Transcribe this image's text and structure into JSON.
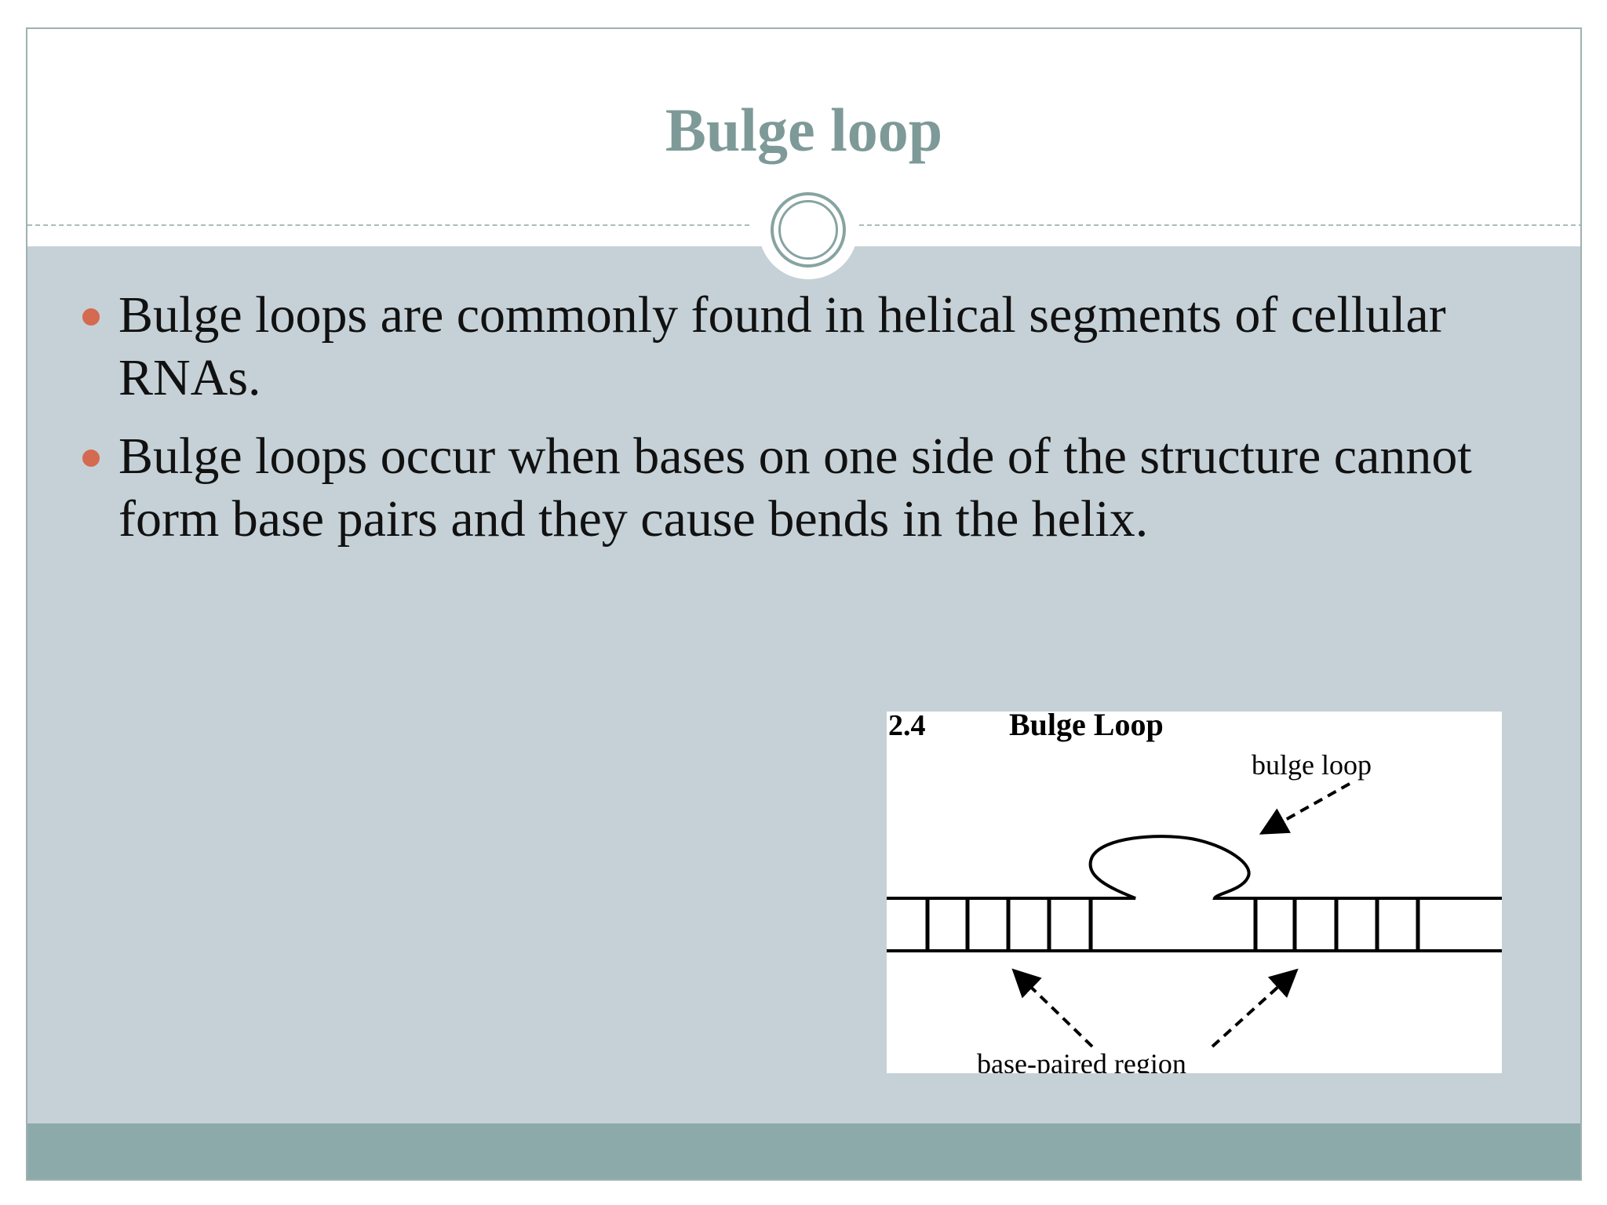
{
  "slide": {
    "title": "Bulge loop",
    "bullets": [
      " Bulge loops are commonly found in helical segments of cellular RNAs.",
      "Bulge loops occur when bases on one side of the structure cannot form base pairs and they cause bends in the helix."
    ],
    "colors": {
      "title": "#7e9a98",
      "panel": "#c5d1d7",
      "footer": "#8daaab",
      "bullet_dot": "#d46a4f",
      "ornament": "#87a3a2"
    }
  },
  "figure": {
    "number": "2.4",
    "heading": "Bulge Loop",
    "label_bulge": "bulge loop",
    "label_paired": "base-paired region"
  }
}
